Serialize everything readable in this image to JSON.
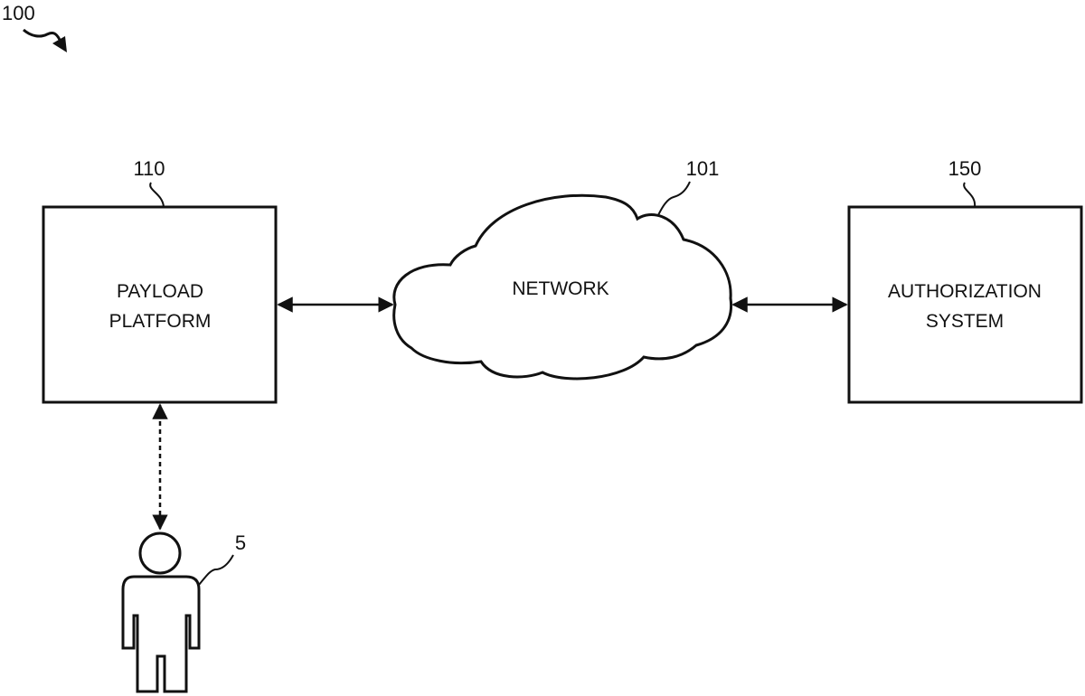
{
  "figure": {
    "reference": "100"
  },
  "nodes": {
    "payload_platform": {
      "ref": "110",
      "line1": "PAYLOAD",
      "line2": "PLATFORM"
    },
    "network": {
      "ref": "101",
      "label": "NETWORK"
    },
    "authorization_system": {
      "ref": "150",
      "line1": "AUTHORIZATION",
      "line2": "SYSTEM"
    },
    "user": {
      "ref": "5"
    }
  },
  "connections": [
    {
      "from": "payload_platform",
      "to": "network",
      "style": "solid",
      "direction": "bidirectional"
    },
    {
      "from": "network",
      "to": "authorization_system",
      "style": "solid",
      "direction": "bidirectional"
    },
    {
      "from": "user",
      "to": "payload_platform",
      "style": "dashed",
      "direction": "bidirectional"
    }
  ]
}
